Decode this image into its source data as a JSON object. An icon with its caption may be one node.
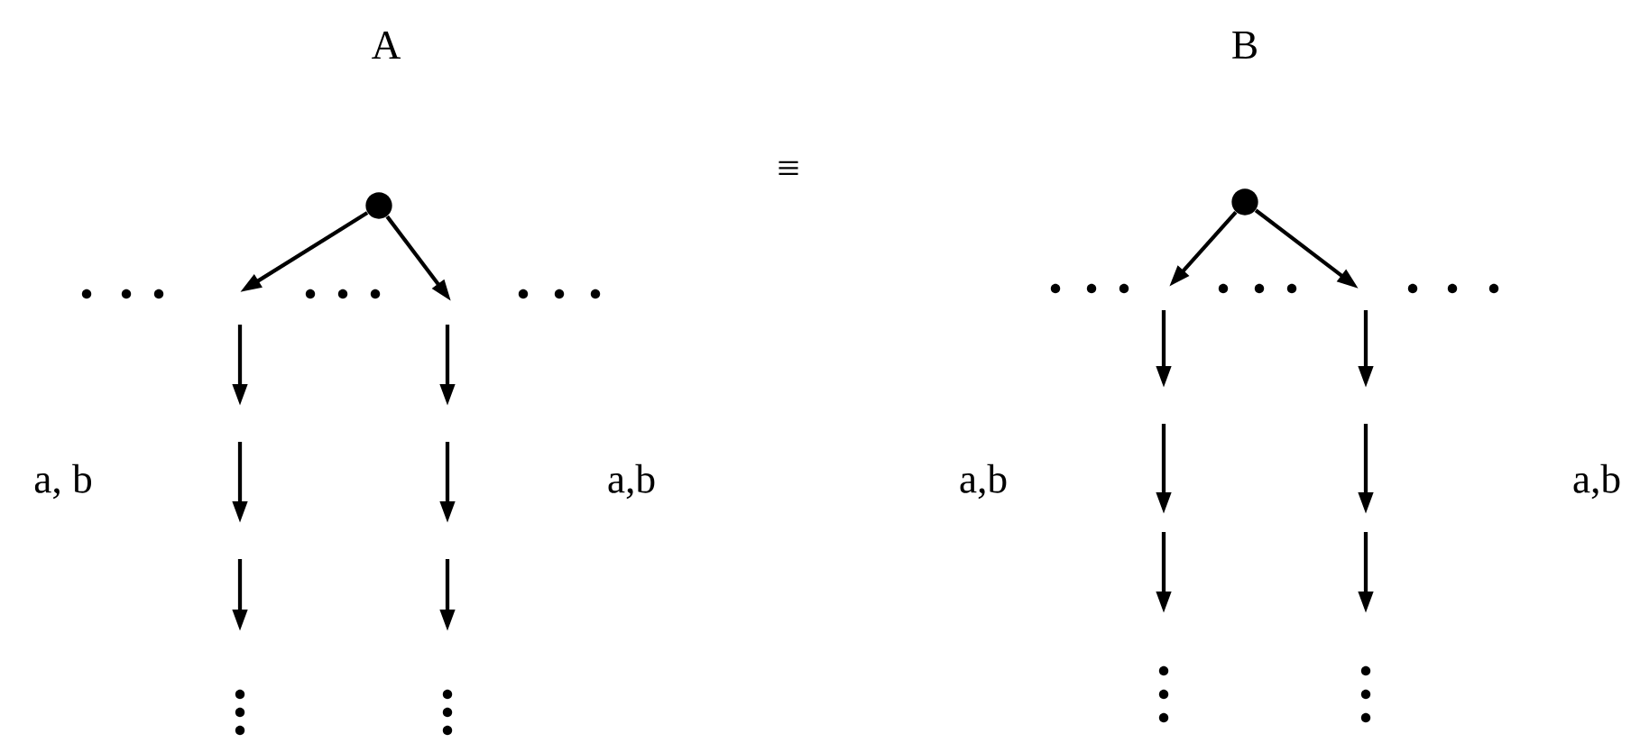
{
  "diagram": {
    "nodes": [
      {
        "text": [],
        "shape": "circle"
      },
      {
        "text": [],
        "shape": "circle"
      }
    ],
    "edges": [
      {
        "from": 0,
        "to": null,
        "arrow": "to"
      },
      {
        "from": 0,
        "to": null,
        "arrow": "to"
      },
      {
        "from": 1,
        "to": null,
        "arrow": "to"
      },
      {
        "from": 1,
        "to": null,
        "arrow": "to"
      }
    ],
    "labels": [
      "A",
      "B",
      "≡",
      "a, b",
      "a,b",
      "a,b",
      "a,b"
    ]
  }
}
